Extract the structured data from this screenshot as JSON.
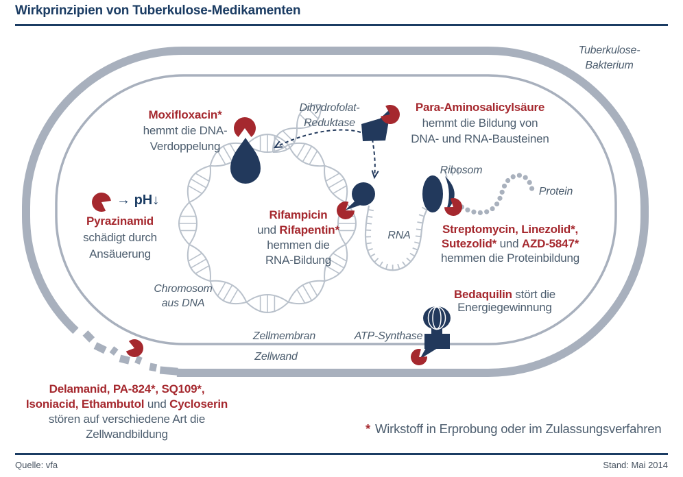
{
  "header": {
    "title": "Wirkprinzipien von Tuberkulose-Medikamenten"
  },
  "footer": {
    "source": "Quelle: vfa",
    "date": "Stand: Mai 2014"
  },
  "footnote": {
    "star": "*",
    "text": "Wirkstoff in Erprobung oder im Zulassungsverfahren"
  },
  "bacterium_label": {
    "line1": "Tuberkulose-",
    "line2": "Bakterium"
  },
  "organelle_labels": {
    "dhfr1": "Dihydrofolat-",
    "dhfr2": "Reduktase",
    "ribosom": "Ribosom",
    "protein": "Protein",
    "rna": "RNA",
    "chromosom1": "Chromosom",
    "chromosom2": "aus DNA",
    "zellmembran": "Zellmembran",
    "atp_synthase": "ATP-Synthase",
    "zellwand": "Zellwand"
  },
  "drugs": {
    "moxifloxacin": {
      "name": "Moxifloxacin*",
      "desc1": "hemmt die DNA-",
      "desc2": "Verdoppelung"
    },
    "para": {
      "name": "Para-Aminosalicylsäure",
      "desc1": "hemmt die Bildung von",
      "desc2": "DNA- und RNA-Bausteinen"
    },
    "pyrazinamid": {
      "arrow": "→",
      "ph": "pH↓",
      "name": "Pyrazinamid",
      "desc1": "schädigt durch",
      "desc2": "Ansäuerung"
    },
    "rifampicin": {
      "name1": "Rifampicin",
      "und": "und",
      "name2": "Rifapentin*",
      "desc1": "hemmen die",
      "desc2": "RNA-Bildung"
    },
    "streptomycin": {
      "line1": "Streptomycin, Linezolid*,",
      "name2": "Sutezolid*",
      "und": "und",
      "name3": "AZD-5847*",
      "desc": "hemmen die Proteinbildung"
    },
    "bedaquilin": {
      "name": "Bedaquilin",
      "desc1": "stört die",
      "desc2": "Energiegewinnung"
    },
    "zellwand_drugs": {
      "line1": "Delamanid, PA-824*, SQ109*,",
      "names2": "Isoniacid, Ethambutol",
      "und": "und",
      "name3": "Cycloserin",
      "desc1": "stören auf verschiedene Art die",
      "desc2": "Zellwandbildung"
    }
  },
  "colors": {
    "accent_red": "#a5282e",
    "navy": "#22395c",
    "title_navy": "#1b3c63",
    "body_text": "#4c5d6e",
    "wall_gray": "#a8b0bd",
    "helix_gray": "#b9c1cb",
    "dot_gray": "#a9b1bd"
  }
}
